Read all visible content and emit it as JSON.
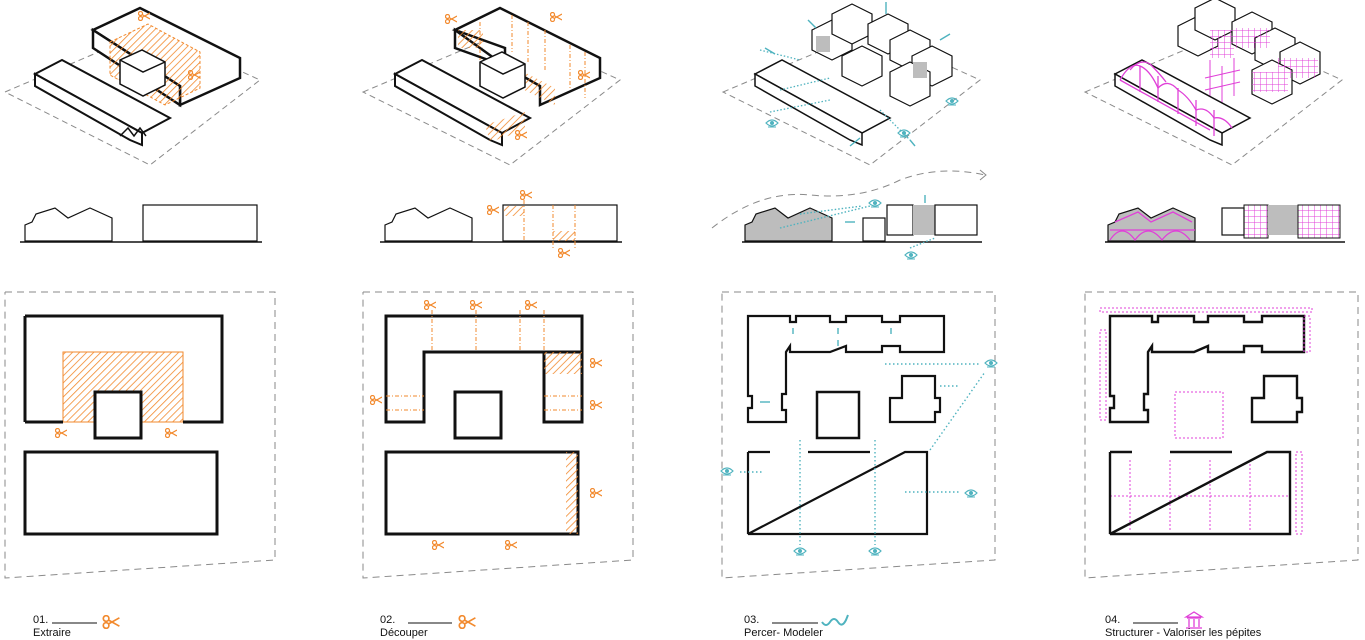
{
  "colors": {
    "orange": "#F28A2E",
    "cyan": "#4FB3BF",
    "magenta": "#E040D8",
    "line": "#111111",
    "dash": "#8A8A8A",
    "fill_gray": "#BDBDBD"
  },
  "steps": [
    {
      "number": "01.",
      "label": "Extraire",
      "icon": "scissors-icon"
    },
    {
      "number": "02.",
      "label": "Découper",
      "icon": "scissors-icon"
    },
    {
      "number": "03.",
      "label": "Percer- Modeler",
      "icon": "wave-icon"
    },
    {
      "number": "04.",
      "label": "Structurer - Valoriser les pépites",
      "icon": "heritage-building-icon"
    }
  ]
}
